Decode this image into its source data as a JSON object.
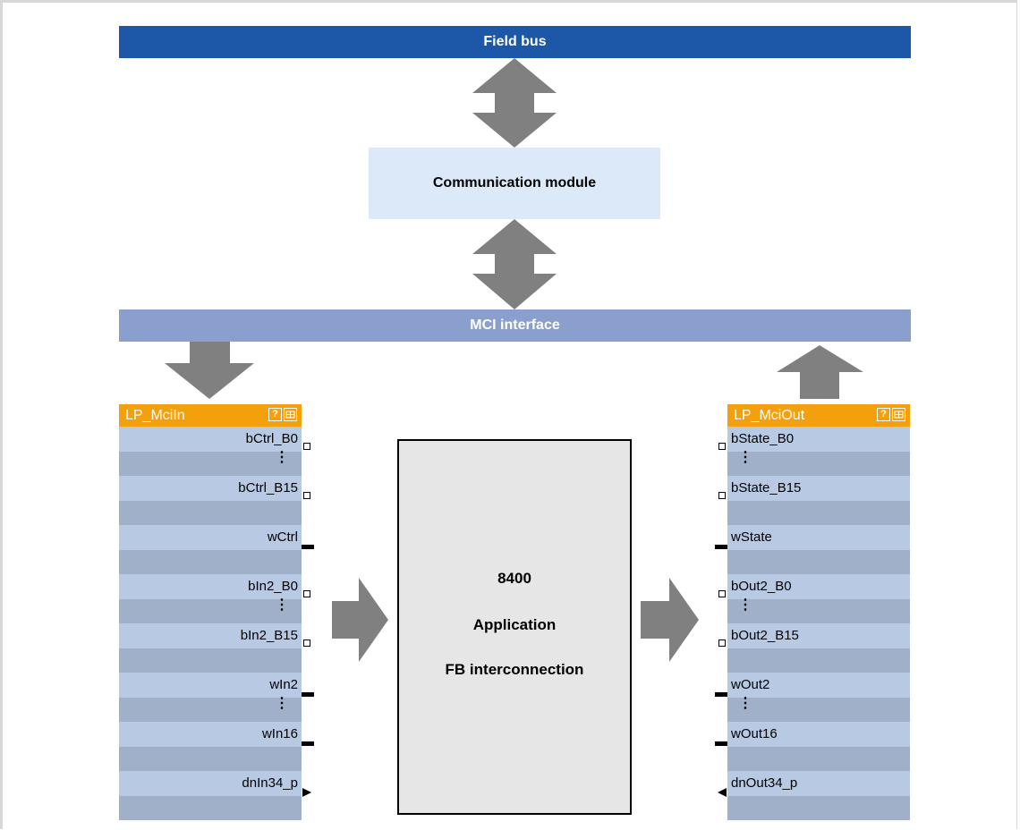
{
  "diagram": {
    "fieldbus_label": "Field bus",
    "comm_module_label": "Communication module",
    "mci_label": "MCI interface",
    "application": {
      "line1": "8400",
      "line2": "Application",
      "line3": "FB interconnection"
    },
    "fb_in": {
      "title": "LP_MciIn",
      "help_icon": "?",
      "signals": [
        "bCtrl_B0",
        "bCtrl_B15",
        "wCtrl",
        "bIn2_B0",
        "bIn2_B15",
        "wIn2",
        "wIn16",
        "dnIn34_p"
      ]
    },
    "fb_out": {
      "title": "LP_MciOut",
      "help_icon": "?",
      "signals": [
        "bState_B0",
        "bState_B15",
        "wState",
        "bOut2_B0",
        "bOut2_B15",
        "wOut2",
        "wOut16",
        "dnOut34_p"
      ]
    },
    "dots": "⋮",
    "colors": {
      "fieldbus": "#1d57a7",
      "mci": "#8b9fcf",
      "comm": "#dbe9f9",
      "fb_header": "#f4a00c",
      "arrow": "#808080"
    }
  }
}
